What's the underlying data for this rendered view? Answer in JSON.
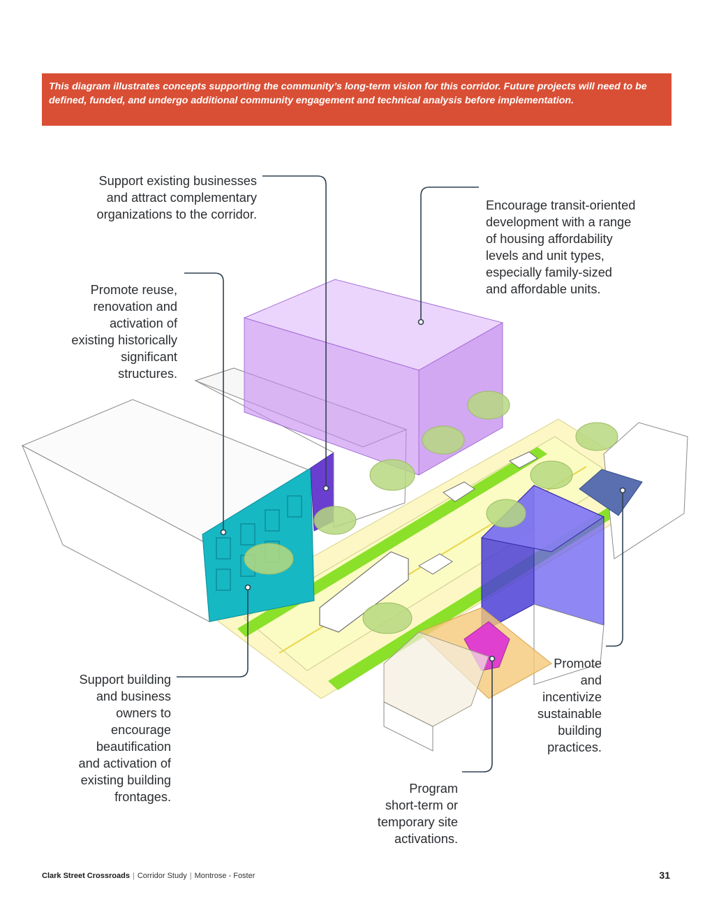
{
  "banner": {
    "text": "This diagram illustrates concepts supporting the community’s long-term vision for this corridor. Future projects will need to be defined, funded, and undergo additional community engagement and technical analysis before implementation."
  },
  "callouts": {
    "businesses": "Support existing businesses\nand attract complementary\norganizations to the corridor.",
    "transit": "Encourage transit-oriented\ndevelopment with a range\nof housing affordability\nlevels and unit types,\nespecially family-sized\nand affordable units.",
    "reuse": "Promote reuse,\nrenovation and\nactivation of\nexisting historically\nsignificant\nstructures.",
    "beautification": "Support building\nand business\nowners to\nencourage\nbeautification\nand activation of\nexisting building\nfrontages.",
    "sustainable": "Promote\nand\nincentivize\nsustainable\nbuilding\npractices.",
    "temporary": "Program\nshort-term or\ntemporary site\nactivations."
  },
  "footer": {
    "brand": "Clark Street Crossroads",
    "study": "Corridor Study",
    "area": "Montrose - Foster",
    "page": "31"
  },
  "colors": {
    "banner": "#d94f35",
    "leader": "#2f4150",
    "transit_block": "#c58af0",
    "historic_facade": "#16b8c4",
    "sustainable_block": "#4b3fd6",
    "bike_lane": "#8be02a",
    "sidewalk": "#fafab4",
    "activation": "#e040d0"
  }
}
